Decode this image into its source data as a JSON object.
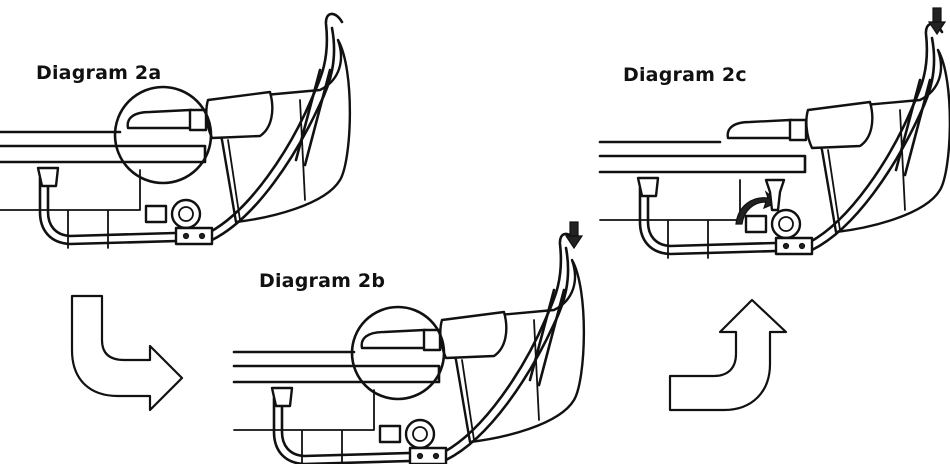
{
  "diagrams": [
    {
      "id": "2a",
      "label": "Diagram 2a"
    },
    {
      "id": "2b",
      "label": "Diagram 2b"
    },
    {
      "id": "2c",
      "label": "Diagram 2c"
    }
  ]
}
